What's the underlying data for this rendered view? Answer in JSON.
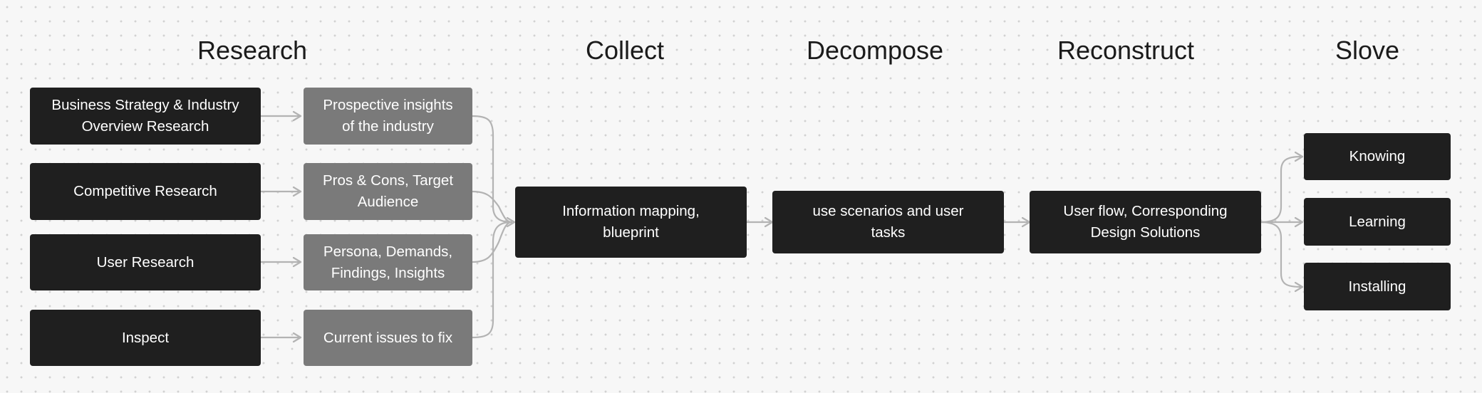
{
  "stages": [
    {
      "title": "Research"
    },
    {
      "title": "Collect"
    },
    {
      "title": "Decompose"
    },
    {
      "title": "Reconstruct"
    },
    {
      "title": "Slove"
    }
  ],
  "research": [
    {
      "source": "Business Strategy & Industry Overview Research",
      "output": "Prospective insights of the industry"
    },
    {
      "source": "Competitive Research",
      "output": "Pros & Cons, Target Audience"
    },
    {
      "source": "User Research",
      "output": "Persona, Demands, Findings, Insights"
    },
    {
      "source": "Inspect",
      "output": "Current issues to fix"
    }
  ],
  "collect": {
    "label": "Information mapping, blueprint"
  },
  "decompose": {
    "label": "use scenarios and user tasks"
  },
  "reconstruct": {
    "label": "User flow, Corresponding Design Solutions"
  },
  "solve": [
    {
      "label": "Knowing"
    },
    {
      "label": "Learning"
    },
    {
      "label": "Installing"
    }
  ],
  "colors": {
    "background": "#f7f7f7",
    "grid_dot": "#d2d2d2",
    "box_dark": "#1f1f1f",
    "box_gray": "#7a7a7a",
    "connector": "#b3b3b3",
    "heading_text": "#1b1b1b"
  }
}
